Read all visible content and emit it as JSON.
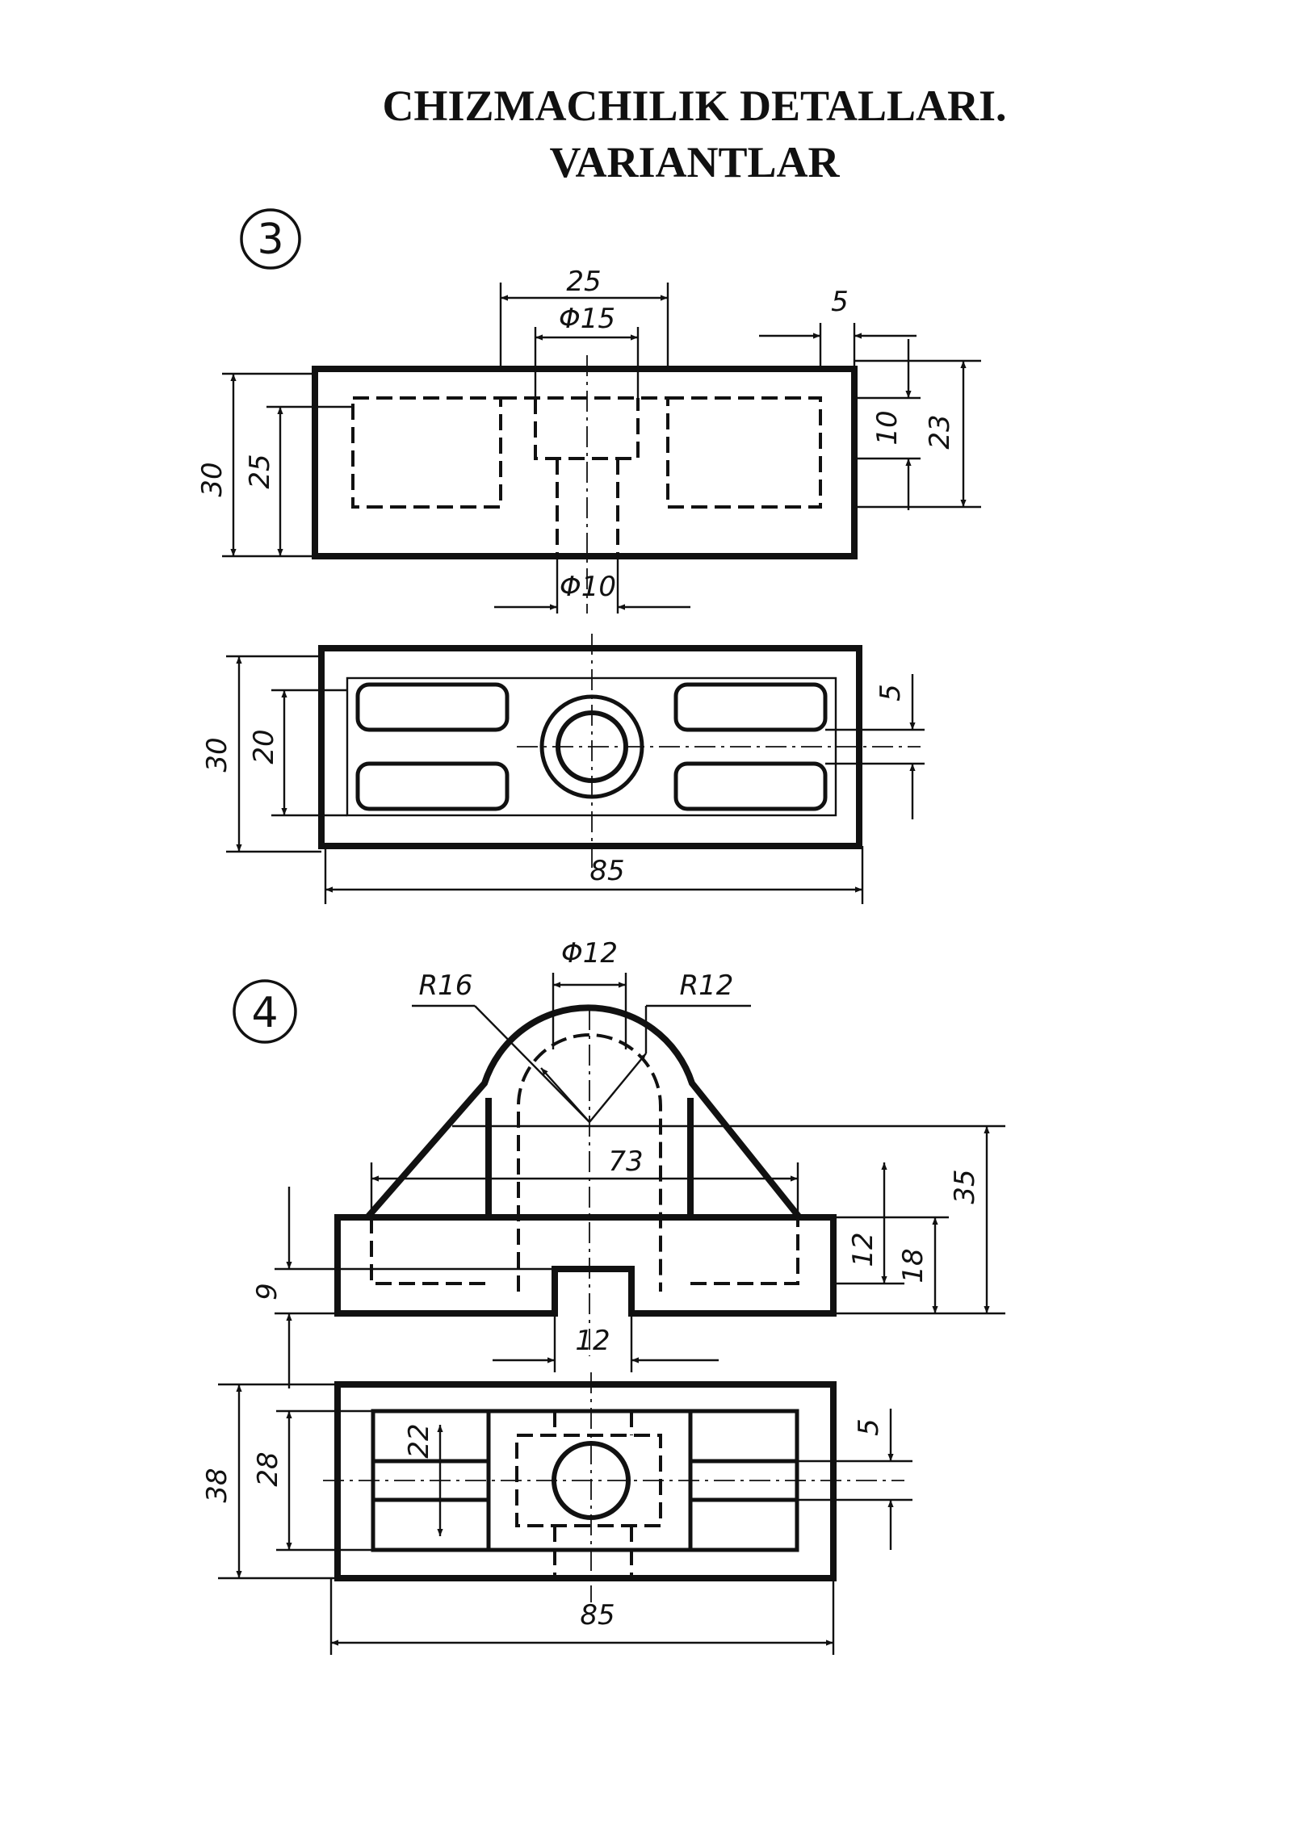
{
  "document": {
    "title_line1": "CHIZMACHILIK DETALLARI.",
    "title_line2": "VARIANTLAR"
  },
  "variant3": {
    "number": "3",
    "front_view": {
      "dim_width_top": "25",
      "dim_bore": "Φ15",
      "dim_wall": "5",
      "dim_depth_10": "10",
      "dim_depth_23": "23",
      "dim_height_30": "30",
      "dim_height_25": "25",
      "dim_hole": "Φ10"
    },
    "top_view": {
      "dim_width_30": "30",
      "dim_inner_20": "20",
      "dim_rib_5": "5",
      "dim_length_85": "85"
    }
  },
  "variant4": {
    "number": "4",
    "front_view": {
      "dim_r16": "R16",
      "dim_bore": "Φ12",
      "dim_r12": "R12",
      "dim_width_73": "73",
      "dim_height_35": "35",
      "dim_base_12": "12",
      "dim_base_18": "18",
      "dim_slot_9": "9",
      "dim_slot_12": "12"
    },
    "top_view": {
      "dim_width_38": "38",
      "dim_inner_28": "28",
      "dim_inner_22": "22",
      "dim_rib_5": "5",
      "dim_length_85": "85"
    }
  }
}
